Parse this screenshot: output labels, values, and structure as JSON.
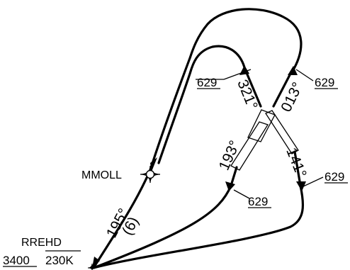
{
  "fixes": {
    "mmoll": {
      "name": "MMOLL"
    },
    "rrehd": {
      "name": "RREHD",
      "altitude": "3400",
      "speed": "230K"
    }
  },
  "courses": {
    "c195": "195°",
    "c195_distance": "(6)",
    "c321": "321°",
    "c013": "013°",
    "c193": "193°",
    "c141": "141°"
  },
  "altitudes": {
    "a1": "629",
    "a2": "629",
    "a3": "629",
    "a4": "629"
  }
}
